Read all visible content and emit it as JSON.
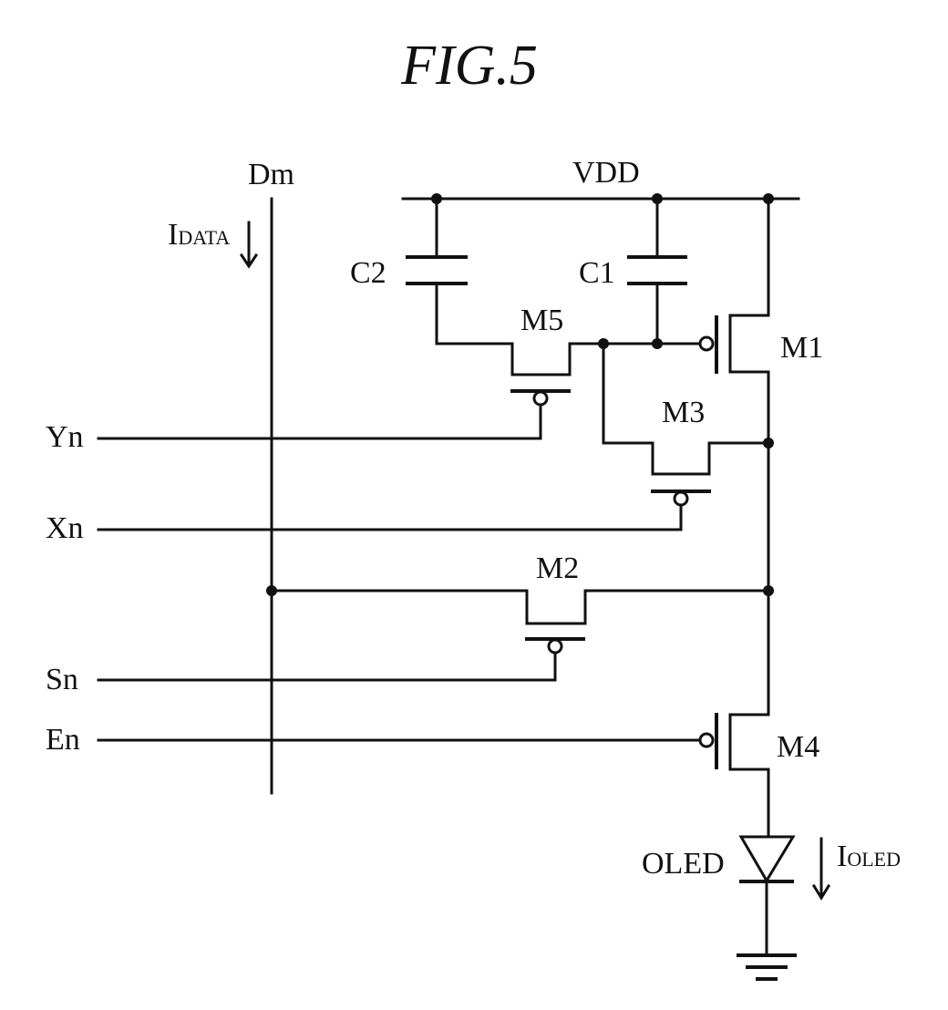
{
  "figure": {
    "title": "FIG.5"
  },
  "signals": {
    "data_line": "Dm",
    "supply": "VDD",
    "data_current_main": "I",
    "data_current_sub": "DATA",
    "scan_y": "Yn",
    "scan_x": "Xn",
    "scan_s": "Sn",
    "emit": "En"
  },
  "components": {
    "c1": "C1",
    "c2": "C2",
    "m1": "M1",
    "m2": "M2",
    "m3": "M3",
    "m4": "M4",
    "m5": "M5",
    "oled": "OLED",
    "oled_current_main": "I",
    "oled_current_sub": "OLED"
  }
}
